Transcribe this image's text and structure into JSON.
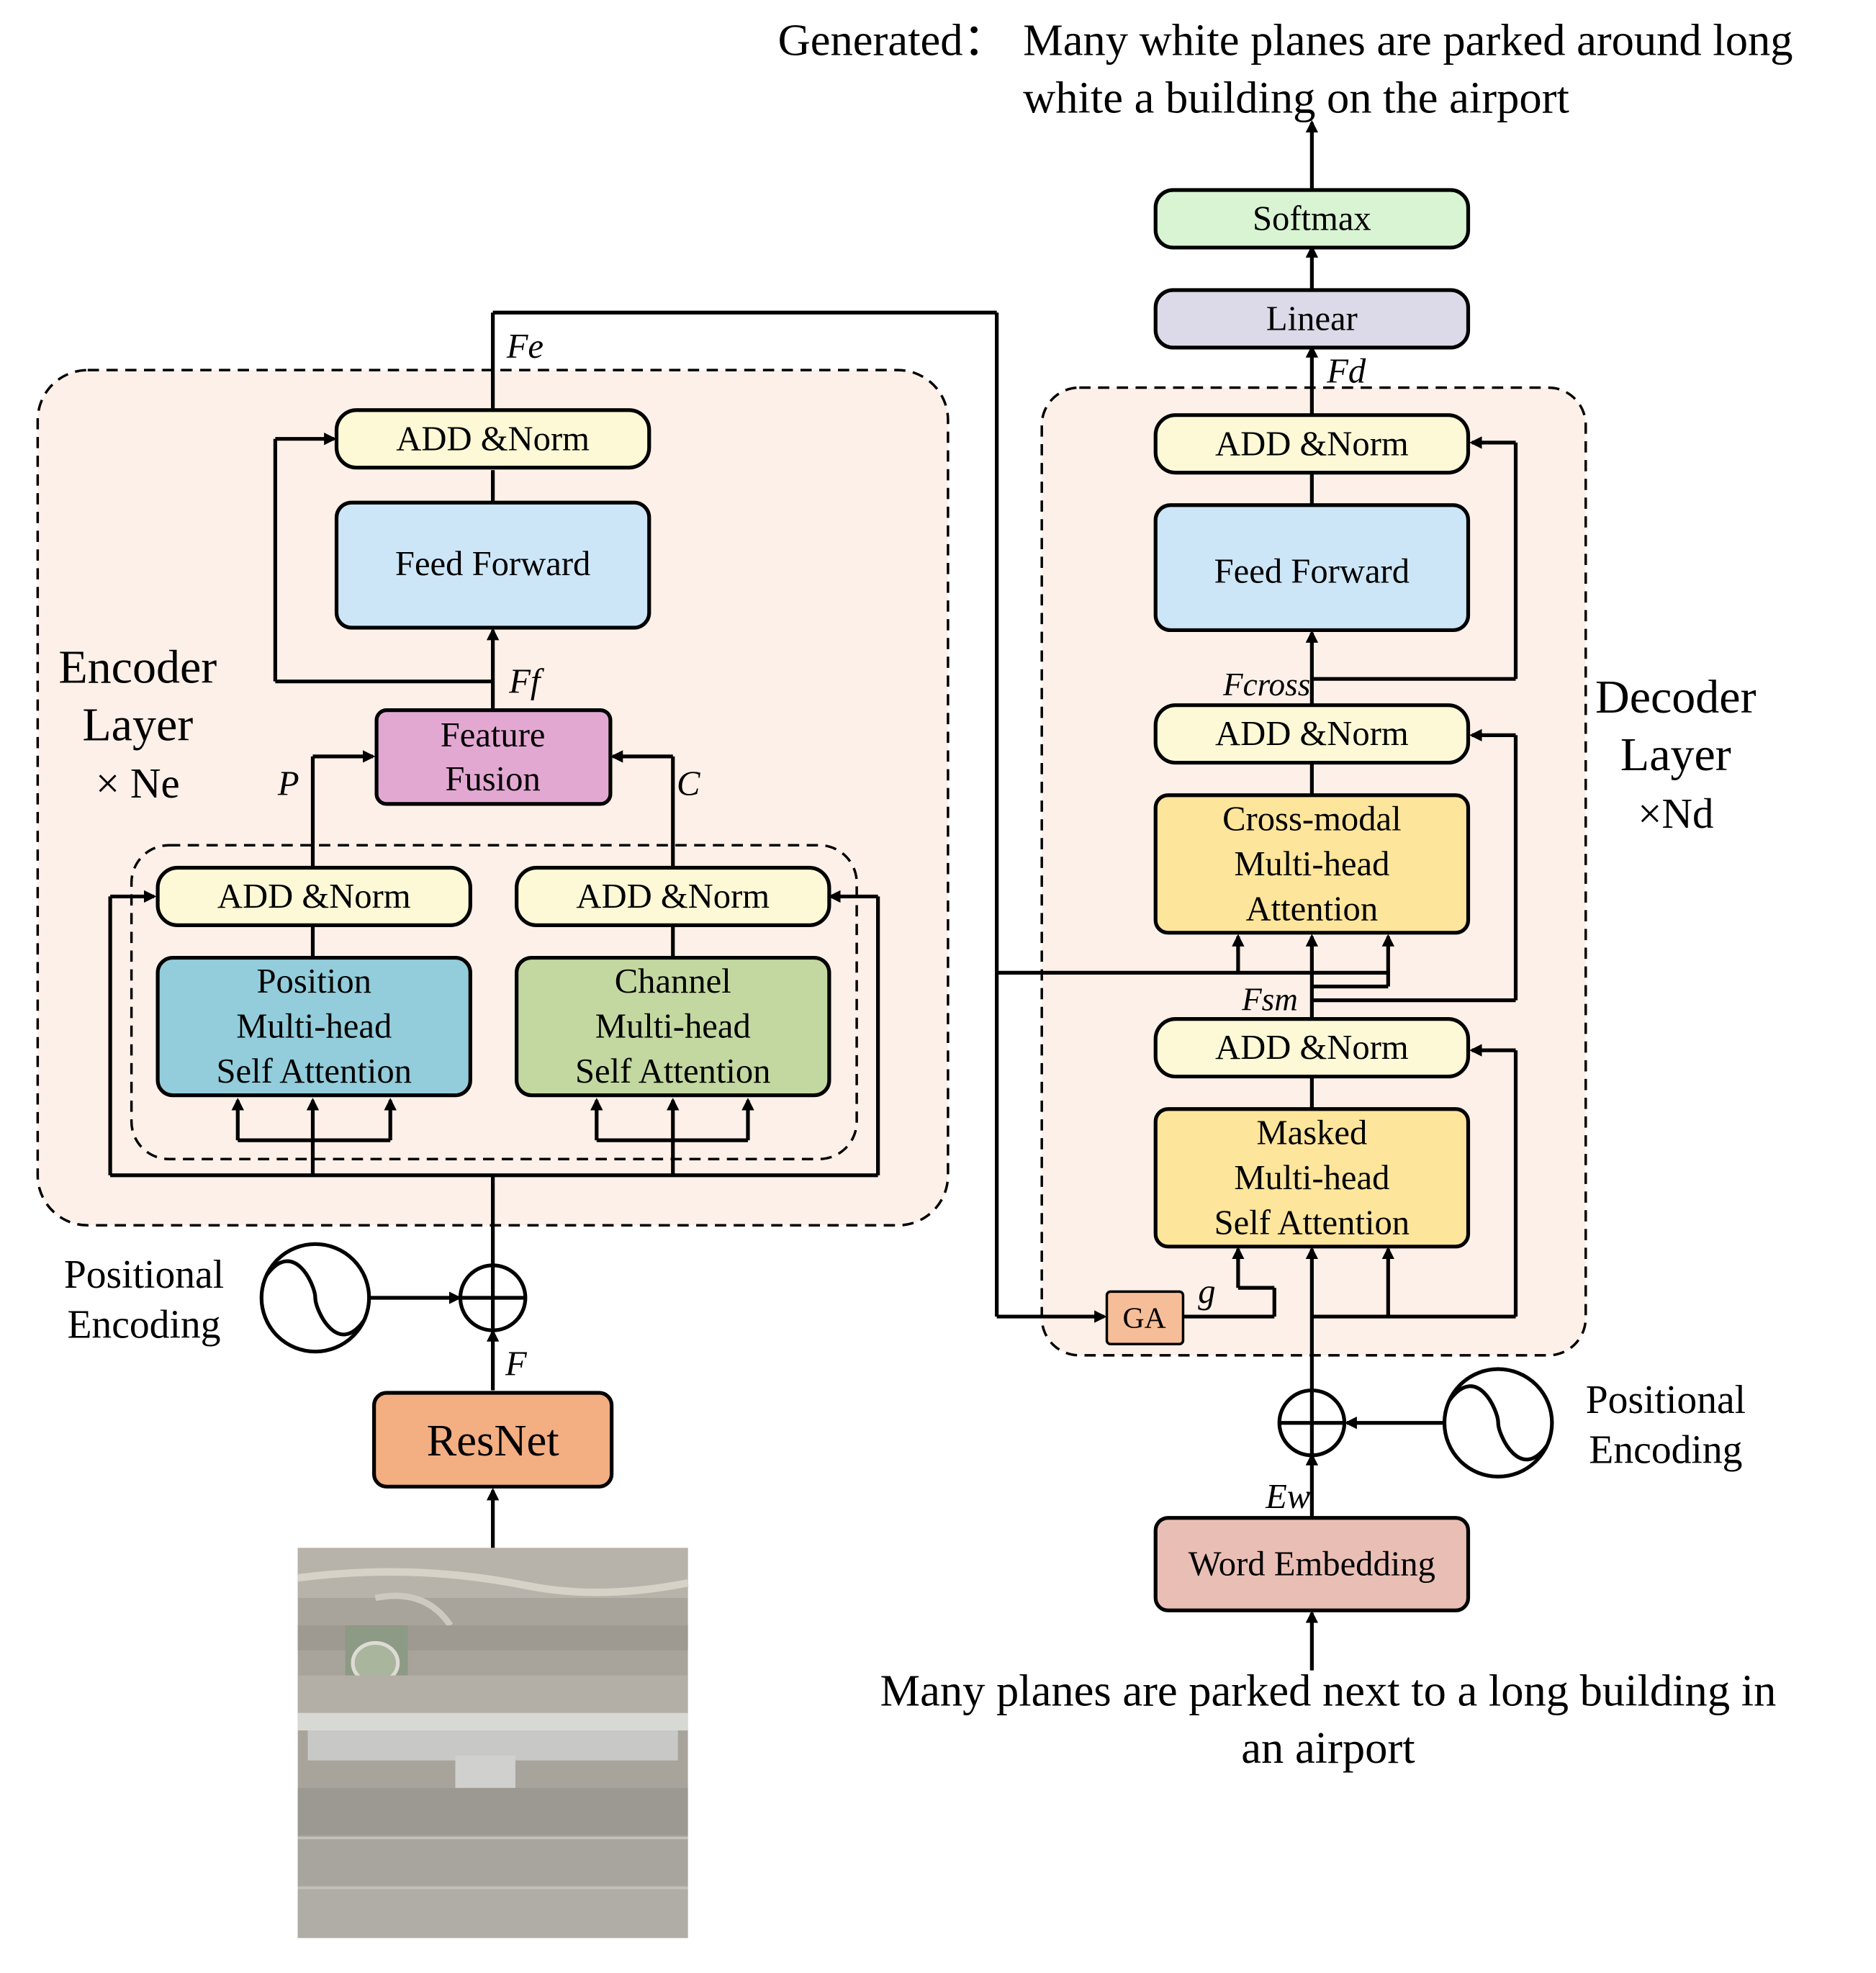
{
  "caption": {
    "generated_prefix": "Generated：",
    "generated_line1": "Many white planes are parked around long",
    "generated_line2": "white a building on the airport",
    "input_line1": "Many planes are parked next to a long building in",
    "input_line2": "an airport"
  },
  "encoder": {
    "title_line1": "Encoder",
    "title_line2": "Layer",
    "repeat": "× Ne",
    "add_norm_top": "ADD &Norm",
    "feed_forward": "Feed Forward",
    "feature_fusion_line1": "Feature",
    "feature_fusion_line2": "Fusion",
    "add_norm_pos": "ADD &Norm",
    "add_norm_chan": "ADD &Norm",
    "pos_attn_line1": "Position",
    "pos_attn_line2": "Multi-head",
    "pos_attn_line3": "Self Attention",
    "chan_attn_line1": "Channel",
    "chan_attn_line2": "Multi-head",
    "chan_attn_line3": "Self Attention",
    "resnet": "ResNet",
    "pos_enc_line1": "Positional",
    "pos_enc_line2": "Encoding",
    "labels": {
      "Fe": "Fe",
      "Ff": "Ff",
      "P": "P",
      "C": "C",
      "F": "F"
    }
  },
  "decoder": {
    "title_line1": "Decoder",
    "title_line2": "Layer",
    "repeat": "×Nd",
    "softmax": "Softmax",
    "linear": "Linear",
    "add_norm_top": "ADD &Norm",
    "feed_forward": "Feed Forward",
    "add_norm_mid": "ADD &Norm",
    "cross_line1": "Cross-modal",
    "cross_line2": "Multi-head",
    "cross_line3": "Attention",
    "add_norm_bottom": "ADD &Norm",
    "masked_line1": "Masked",
    "masked_line2": "Multi-head",
    "masked_line3": "Self Attention",
    "ga": "GA",
    "word_embedding": "Word Embedding",
    "pos_enc_line1": "Positional",
    "pos_enc_line2": "Encoding",
    "labels": {
      "Fd": "Fd",
      "Fcross": "Fcross",
      "Fsm": "Fsm",
      "g": "g",
      "Ew": "Ew"
    }
  },
  "colors": {
    "layer_bg": "#fdf0e8",
    "add_norm": "#fdf9d6",
    "feed_forward": "#cde6f7",
    "feature_fusion": "#e3a8d2",
    "position_attn": "#93cddb",
    "channel_attn": "#c3d8a0",
    "resnet": "#f3ae82",
    "softmax": "#d8f4d2",
    "linear": "#dcd9e8",
    "yellow_attn": "#fde59b",
    "word_embedding": "#e9bfb5",
    "ga": "#f6be98"
  }
}
